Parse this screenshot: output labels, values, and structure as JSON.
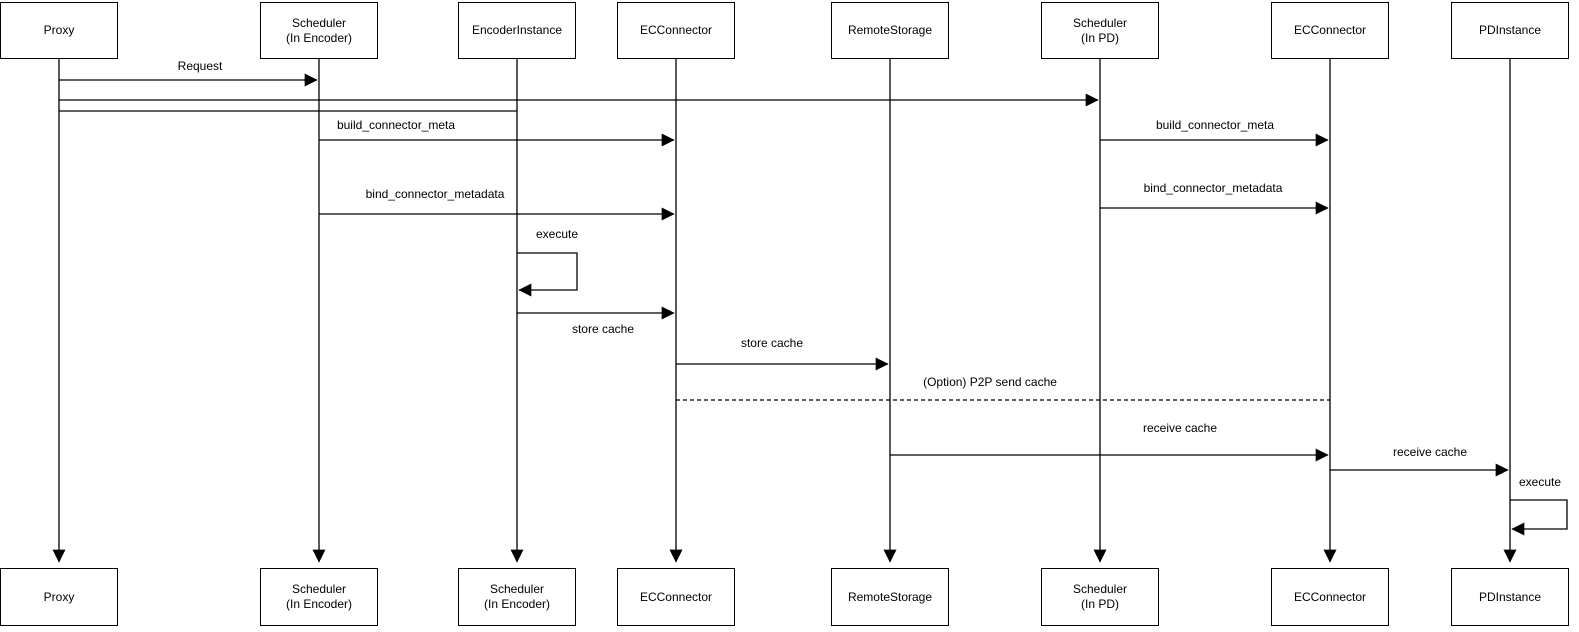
{
  "diagram": {
    "kind": "sequence-diagram",
    "colors": {
      "line": "#000000",
      "box_fill": "#ffffff",
      "text": "#000000"
    },
    "actors_top": [
      {
        "id": "proxy",
        "line1": "Proxy",
        "line2": ""
      },
      {
        "id": "scheduler-encoder",
        "line1": "Scheduler",
        "line2": "(In Encoder)"
      },
      {
        "id": "encoder-instance",
        "line1": "EncoderInstance",
        "line2": ""
      },
      {
        "id": "ec-connector",
        "line1": "ECConnector",
        "line2": ""
      },
      {
        "id": "remote-storage",
        "line1": "RemoteStorage",
        "line2": ""
      },
      {
        "id": "scheduler-pd",
        "line1": "Scheduler",
        "line2": "(In PD)"
      },
      {
        "id": "ec-connector-2",
        "line1": "ECConnector",
        "line2": ""
      },
      {
        "id": "pd-instance",
        "line1": "PDInstance",
        "line2": ""
      }
    ],
    "actors_bottom": [
      {
        "id": "proxy",
        "line1": "Proxy",
        "line2": ""
      },
      {
        "id": "scheduler-encoder",
        "line1": "Scheduler",
        "line2": "(In Encoder)"
      },
      {
        "id": "scheduler-encoder-2",
        "line1": "Scheduler",
        "line2": "(In Encoder)"
      },
      {
        "id": "ec-connector",
        "line1": "ECConnector",
        "line2": ""
      },
      {
        "id": "remote-storage",
        "line1": "RemoteStorage",
        "line2": ""
      },
      {
        "id": "scheduler-pd",
        "line1": "Scheduler",
        "line2": "(In PD)"
      },
      {
        "id": "ec-connector-2",
        "line1": "ECConnector",
        "line2": ""
      },
      {
        "id": "pd-instance",
        "line1": "PDInstance",
        "line2": ""
      }
    ],
    "messages": {
      "request": {
        "label": "Request",
        "from": "Proxy",
        "to": "Scheduler (In Encoder)"
      },
      "build_meta_enc": {
        "label": "build_connector_meta",
        "from": "Scheduler (In Encoder)",
        "to": "ECConnector"
      },
      "build_meta_pd": {
        "label": "build_connector_meta",
        "from": "Scheduler (In PD)",
        "to": "ECConnector"
      },
      "bind_meta_enc": {
        "label": "bind_connector_metadata",
        "from": "Scheduler (In Encoder)",
        "to": "ECConnector"
      },
      "bind_meta_pd": {
        "label": "bind_connector_metadata",
        "from": "Scheduler (In PD)",
        "to": "ECConnector"
      },
      "execute_enc": {
        "label": "execute",
        "from": "EncoderInstance",
        "to": "EncoderInstance"
      },
      "store_cache_enc": {
        "label": "store cache",
        "from": "EncoderInstance",
        "to": "ECConnector"
      },
      "store_cache_remote": {
        "label": "store cache",
        "from": "ECConnector",
        "to": "RemoteStorage"
      },
      "p2p_send": {
        "label": "(Option) P2P send cache",
        "from": "ECConnector",
        "to": "ECConnector"
      },
      "receive_cache_remote": {
        "label": "receive cache",
        "from": "RemoteStorage",
        "to": "ECConnector"
      },
      "receive_cache_pd": {
        "label": "receive cache",
        "from": "ECConnector",
        "to": "PDInstance"
      },
      "execute_pd": {
        "label": "execute",
        "from": "PDInstance",
        "to": "PDInstance"
      }
    }
  }
}
